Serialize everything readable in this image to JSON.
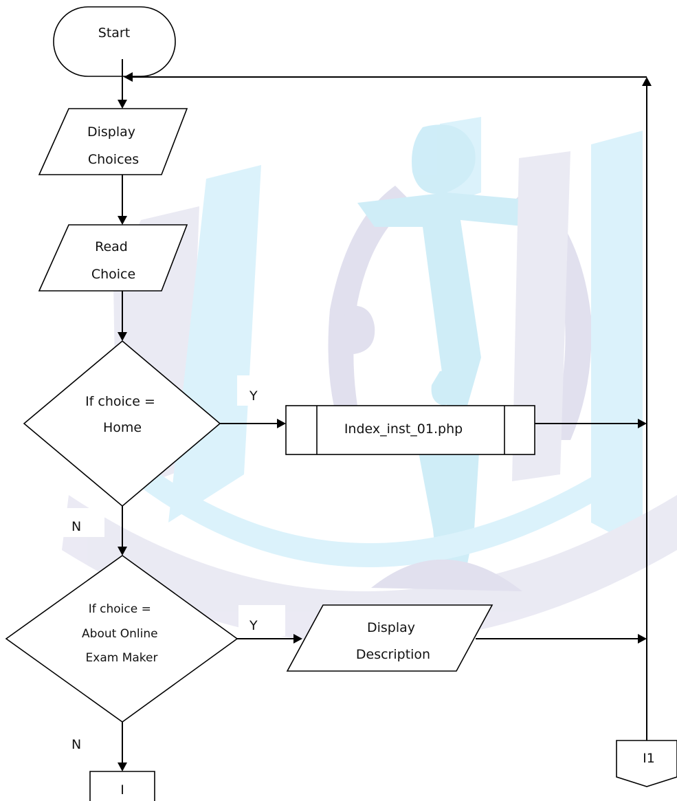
{
  "diagram": {
    "nodes": {
      "start": {
        "lines": [
          "Start"
        ]
      },
      "display_choices": {
        "lines": [
          "Display",
          "Choices"
        ]
      },
      "read_choice": {
        "lines": [
          "Read",
          "Choice"
        ]
      },
      "decision_home": {
        "lines": [
          "If choice =",
          "Home"
        ]
      },
      "index_process": {
        "lines": [
          "Index_inst_01.php"
        ]
      },
      "decision_about": {
        "lines": [
          "If choice =",
          "About Online",
          "Exam Maker"
        ]
      },
      "display_description": {
        "lines": [
          "Display",
          "Description"
        ]
      },
      "connector_i": {
        "lines": [
          "I"
        ]
      },
      "connector_i1": {
        "lines": [
          "I1"
        ]
      }
    },
    "edge_labels": {
      "home_yes": "Y",
      "home_no": "N",
      "about_yes": "Y",
      "about_no": "N"
    }
  },
  "colors": {
    "stroke": "#000000",
    "text": "#111111",
    "watermark_light": "#bfe7f5",
    "watermark_dark": "#e4e3f0"
  }
}
